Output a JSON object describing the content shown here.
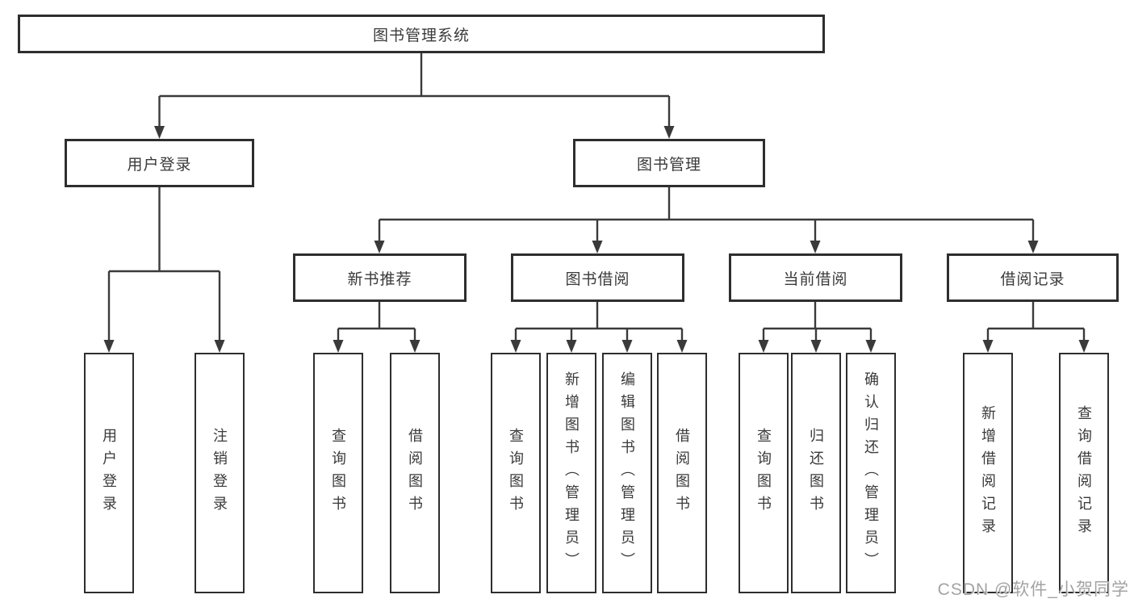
{
  "tree": {
    "root": {
      "label": "图书管理系统",
      "children": [
        {
          "label": "用户登录",
          "children": [
            {
              "label": "用户登录"
            },
            {
              "label": "注销登录"
            }
          ]
        },
        {
          "label": "图书管理",
          "children": [
            {
              "label": "新书推荐",
              "children": [
                {
                  "label": "查询图书"
                },
                {
                  "label": "借阅图书"
                }
              ]
            },
            {
              "label": "图书借阅",
              "children": [
                {
                  "label": "查询图书"
                },
                {
                  "label": "新增图书（管理员）"
                },
                {
                  "label": "编辑图书（管理员）"
                },
                {
                  "label": "借阅图书"
                }
              ]
            },
            {
              "label": "当前借阅",
              "children": [
                {
                  "label": "查询图书"
                },
                {
                  "label": "归还图书"
                },
                {
                  "label": "确认归还（管理员）"
                }
              ]
            },
            {
              "label": "借阅记录",
              "children": [
                {
                  "label": "新增借阅记录"
                },
                {
                  "label": "查询借阅记录"
                }
              ]
            }
          ]
        }
      ]
    }
  },
  "watermark": {
    "text": "CSDN @软件_小贺同学"
  },
  "colors": {
    "line": "#3a3a3a",
    "box_border": "#2e2e2e",
    "box_fill": "#ffffff",
    "text": "#3a3a3a",
    "watermark": "#a3a3a3"
  }
}
